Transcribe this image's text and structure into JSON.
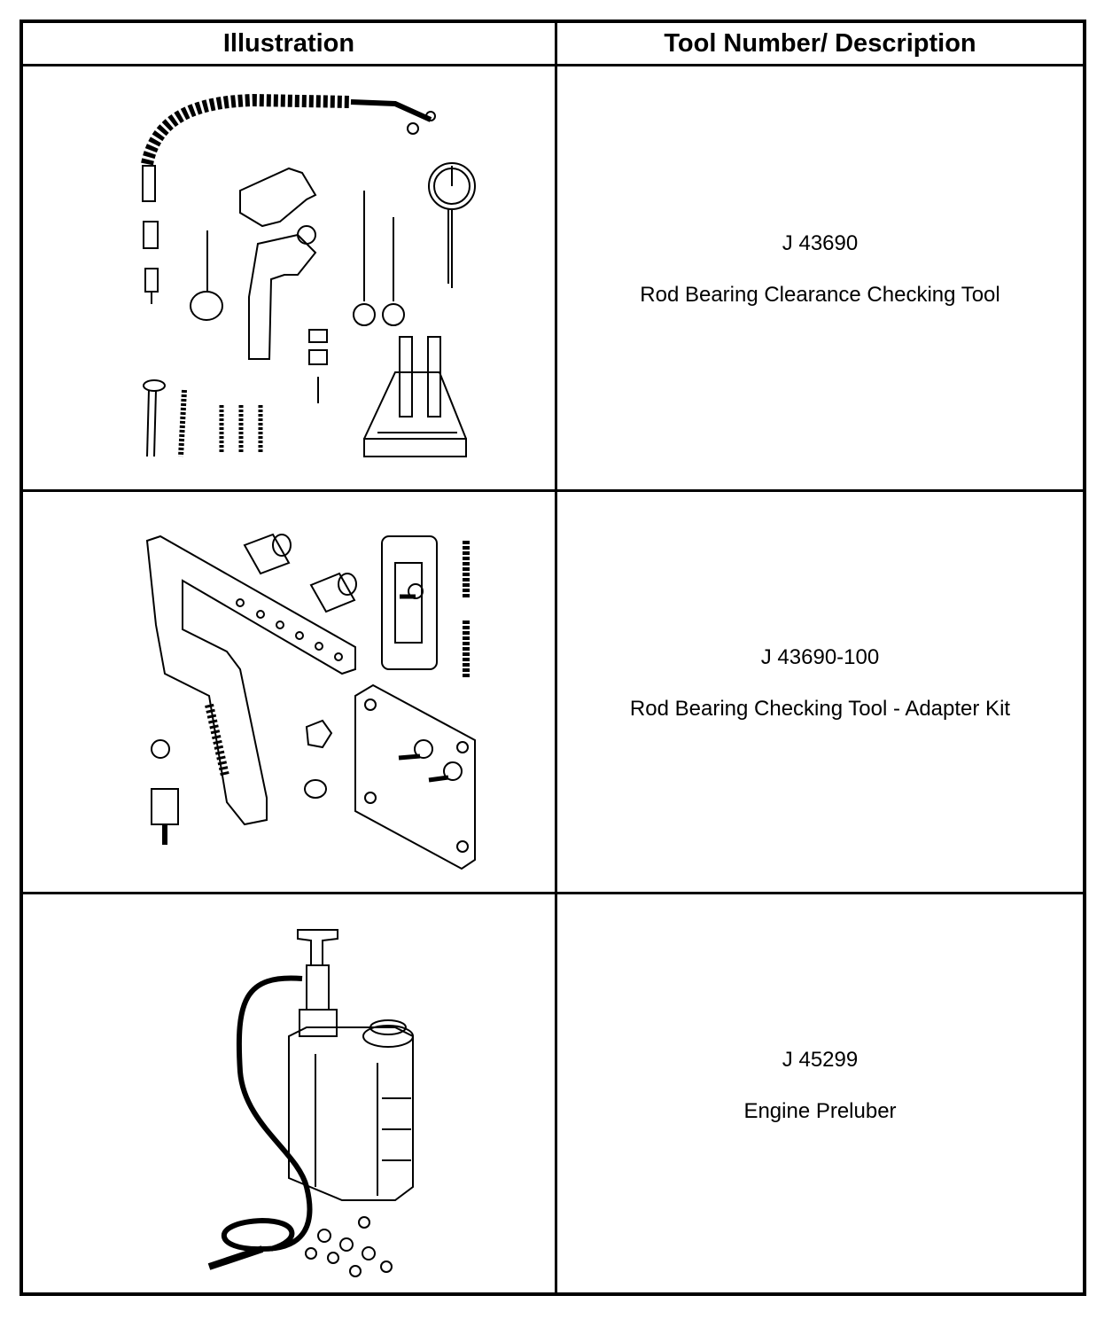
{
  "table": {
    "headers": [
      "Illustration",
      "Tool Number/ Description"
    ],
    "rows": [
      {
        "tool_number": "J 43690",
        "description": "Rod Bearing Clearance Checking Tool",
        "illustration_icon": "rod-bearing-clearance-tool-kit-icon"
      },
      {
        "tool_number": "J 43690-100",
        "description": "Rod Bearing Checking Tool - Adapter Kit",
        "illustration_icon": "adapter-kit-icon"
      },
      {
        "tool_number": "J 45299",
        "description": "Engine Preluber",
        "illustration_icon": "engine-preluber-icon"
      }
    ]
  }
}
